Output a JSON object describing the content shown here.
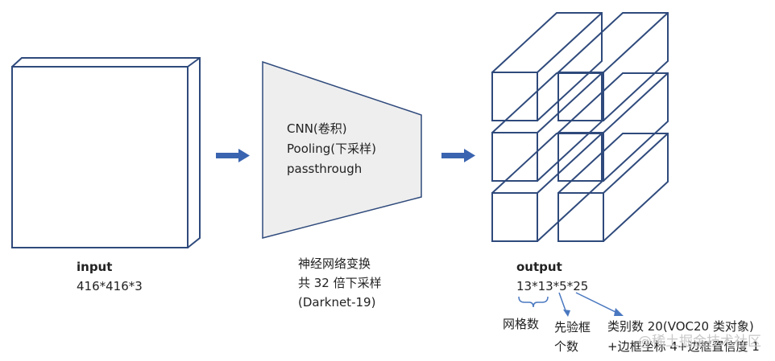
{
  "input": {
    "title": "input",
    "dims": "416*416*3"
  },
  "cnn": {
    "lines": [
      "CNN(卷积)",
      "Pooling(下采样)",
      "passthrough"
    ],
    "caption": [
      "神经网络变换",
      "共 32 倍下采样",
      "(Darknet-19)"
    ]
  },
  "output": {
    "title": "output",
    "dims": "13*13*5*25",
    "grid_label": "网格数",
    "prior_label": [
      "先验框",
      "个数"
    ],
    "class_label": [
      "类别数 20(VOC20 类对象)",
      "+边框坐标 4+边框置信度 1"
    ]
  },
  "watermark": "@稀土掘金技术社区",
  "colors": {
    "stroke": "#2f4a7c",
    "arrow": "#3a64b0",
    "trapezoid_fill": "#eeeeee",
    "annotation": "#4a78c0"
  }
}
